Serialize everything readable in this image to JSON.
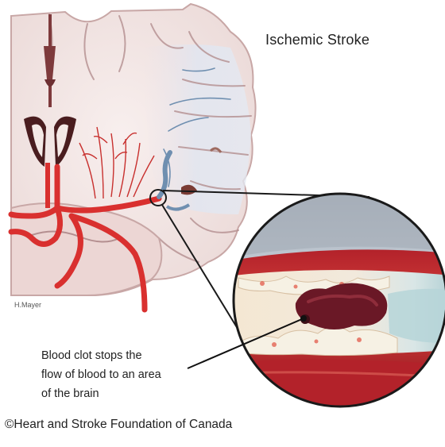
{
  "title": "Ischemic Stroke",
  "signature": "H.Mayer",
  "caption_lines": [
    "Blood clot stops the",
    "flow of blood to an area",
    "of the brain"
  ],
  "copyright": "©Heart and Stroke Foundation of Canada",
  "colors": {
    "brain_tissue": "#f2e7e4",
    "gyri_outline": "#b48f90",
    "artery": "#d9302f",
    "vein_ischemic": "#6f8fb0",
    "clot": "#6a1826",
    "vessel_wall": "#c0262c",
    "lens_bg": "#c9d2dc"
  }
}
